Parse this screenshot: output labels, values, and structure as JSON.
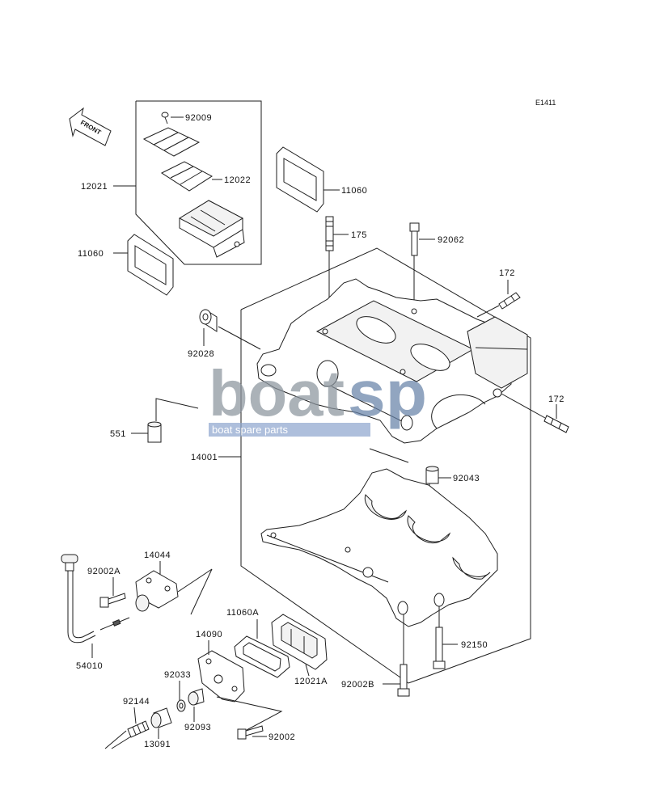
{
  "diagram_code": "E1411",
  "front_label": "FRONT",
  "watermark": {
    "brand_part1": "boat",
    "brand_part2": "sp",
    "tagline": "boat spare parts"
  },
  "callouts": [
    "92009",
    "12021",
    "12022",
    "11060",
    "11060",
    "175",
    "92062",
    "172",
    "92028",
    "172",
    "551",
    "14001",
    "92043",
    "14044",
    "92002A",
    "11060A",
    "14090",
    "92150",
    "54010",
    "92033",
    "12021A",
    "92002B",
    "92144",
    "92093",
    "92002",
    "13091"
  ]
}
